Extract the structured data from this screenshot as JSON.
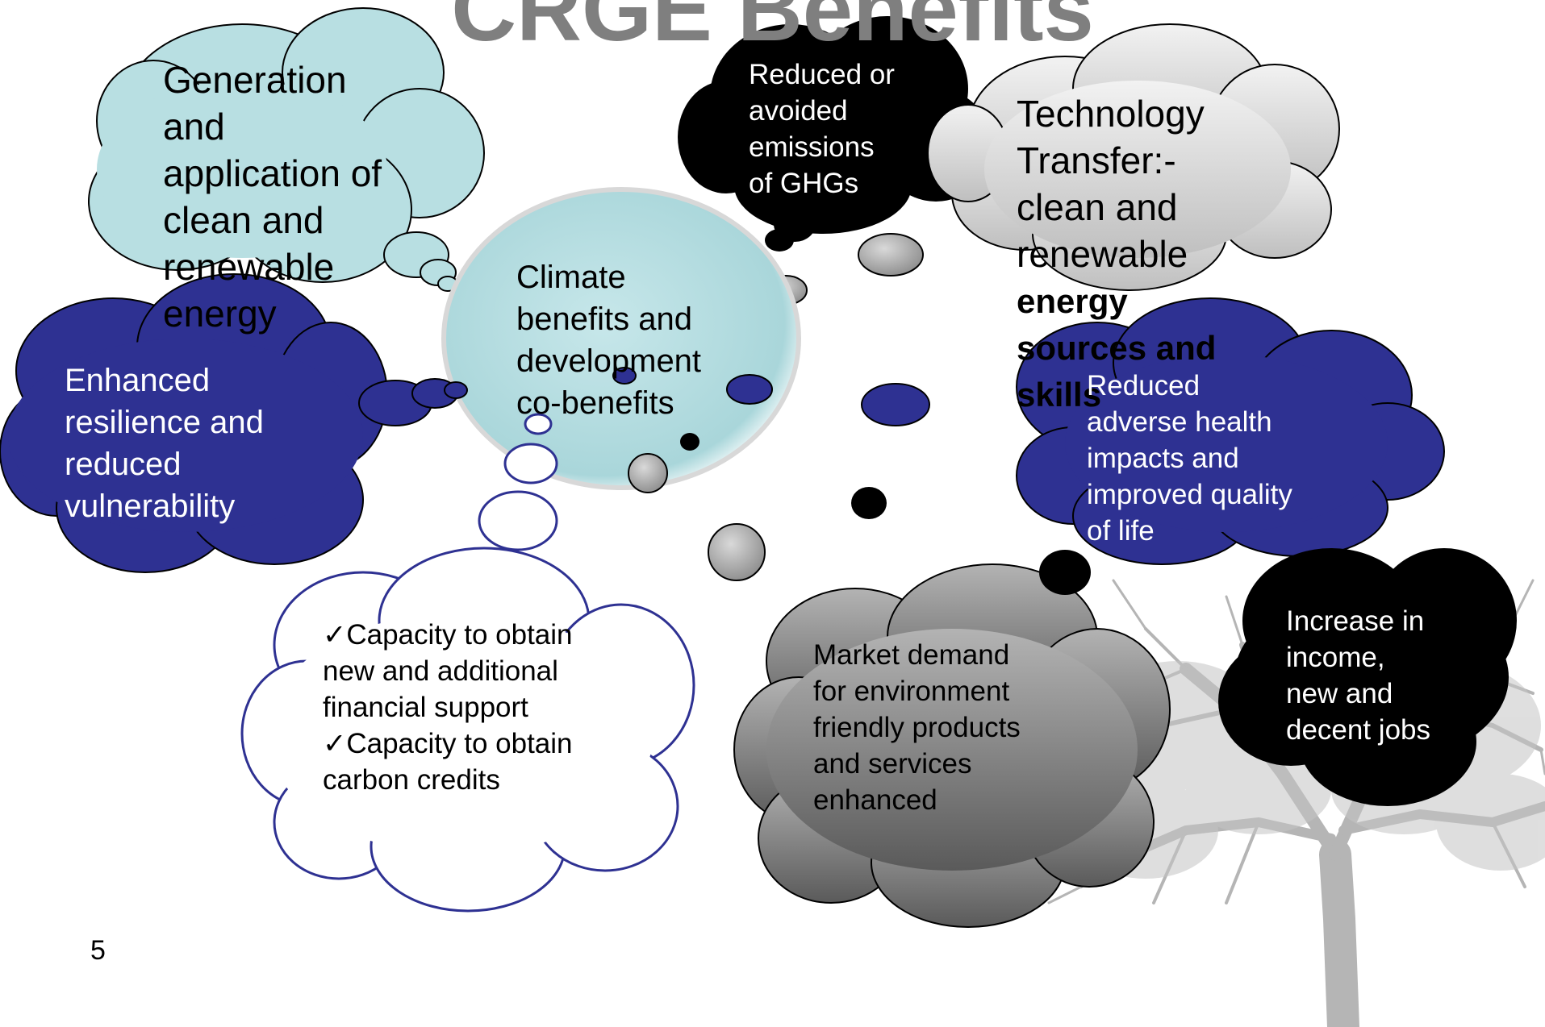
{
  "title": "CRGE Benefits",
  "page_number": "5",
  "bubbles": {
    "generation": {
      "lines": [
        "Generation",
        "and",
        "application of",
        "clean and",
        "renewable",
        "energy"
      ]
    },
    "resilience": {
      "lines": [
        "Enhanced",
        "resilience and",
        "reduced",
        "vulnerability"
      ]
    },
    "emissions": {
      "lines": [
        "Reduced or",
        "avoided",
        "emissions",
        "of GHGs"
      ]
    },
    "technology": {
      "lines": [
        "Technology",
        "Transfer:-",
        "clean and",
        "renewable"
      ],
      "bold_lines": [
        "energy",
        "sources and",
        "skills"
      ]
    },
    "center": {
      "lines": [
        "Climate",
        "benefits and",
        "development",
        "co-benefits"
      ]
    },
    "health": {
      "lines": [
        "Reduced",
        "adverse health",
        "impacts and",
        "improved quality",
        "of life"
      ]
    },
    "capacity": {
      "lines": [
        "✓Capacity to obtain",
        "new and additional",
        "financial support",
        "✓Capacity to obtain",
        "carbon credits"
      ]
    },
    "market": {
      "lines": [
        "Market demand",
        "for environment",
        "friendly products",
        "and services",
        "enhanced"
      ]
    },
    "income": {
      "lines": [
        "Increase in",
        "income,",
        "new and",
        "decent jobs"
      ]
    }
  },
  "colors": {
    "title": "#7f7f7f",
    "light_blue": "#b8dfe2",
    "navy": "#2e3192",
    "black": "#000000",
    "light_gray": "#d9d9d9",
    "gray": "#8a8a8a",
    "tree": "#b5b5b5"
  }
}
